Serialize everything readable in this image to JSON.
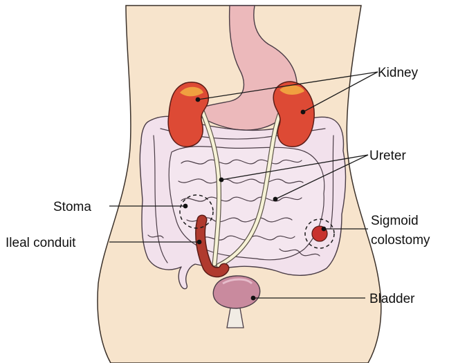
{
  "labels": {
    "kidney": "Kidney",
    "ureter": "Ureter",
    "stoma": "Stoma",
    "ileal_conduit": "Ileal conduit",
    "sigmoid_line1": "Sigmoid",
    "sigmoid_line2": "colostomy",
    "bladder": "Bladder"
  },
  "colors": {
    "skin": "#f7e4cc",
    "stomach": "#ecb9bb",
    "intestine": "#f2e1ec",
    "kidney": "#dd4a35",
    "kidney_highlight": "#f0a040",
    "ureter": "#f6f2d6",
    "conduit": "#b03a2e",
    "stoma": "#c8322e",
    "bladder": "#c98a9e"
  }
}
